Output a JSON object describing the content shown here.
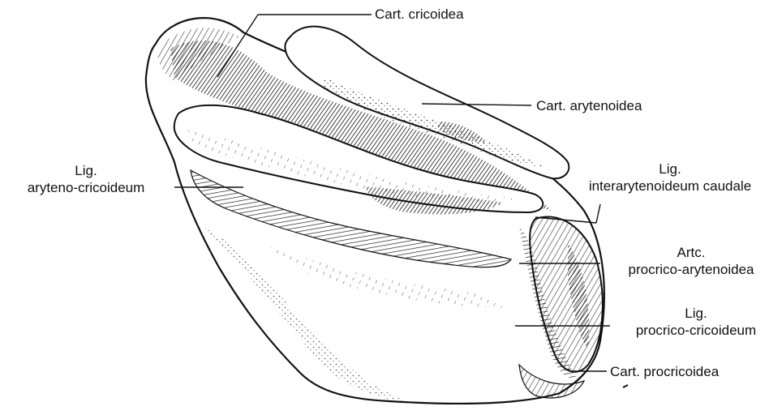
{
  "labels": {
    "cart_cricoidea": "Cart. cricoidea",
    "cart_arytenoidea": "Cart. arytenoidea",
    "lig_interarytenoideum_line1": "Lig.",
    "lig_interarytenoideum_line2": "interarytenoideum caudale",
    "lig_aryteno_cricoideum_line1": "Lig.",
    "lig_aryteno_cricoideum_line2": "aryteno-cricoideum",
    "artc_procrico_line1": "Artc.",
    "artc_procrico_line2": "procrico-arytenoidea",
    "lig_procrico_line1": "Lig.",
    "lig_procrico_line2": "procrico-cricoideum",
    "cart_procricoidea": "Cart. procricoidea"
  },
  "colors": {
    "ink": "#111111",
    "paper": "#ffffff"
  }
}
